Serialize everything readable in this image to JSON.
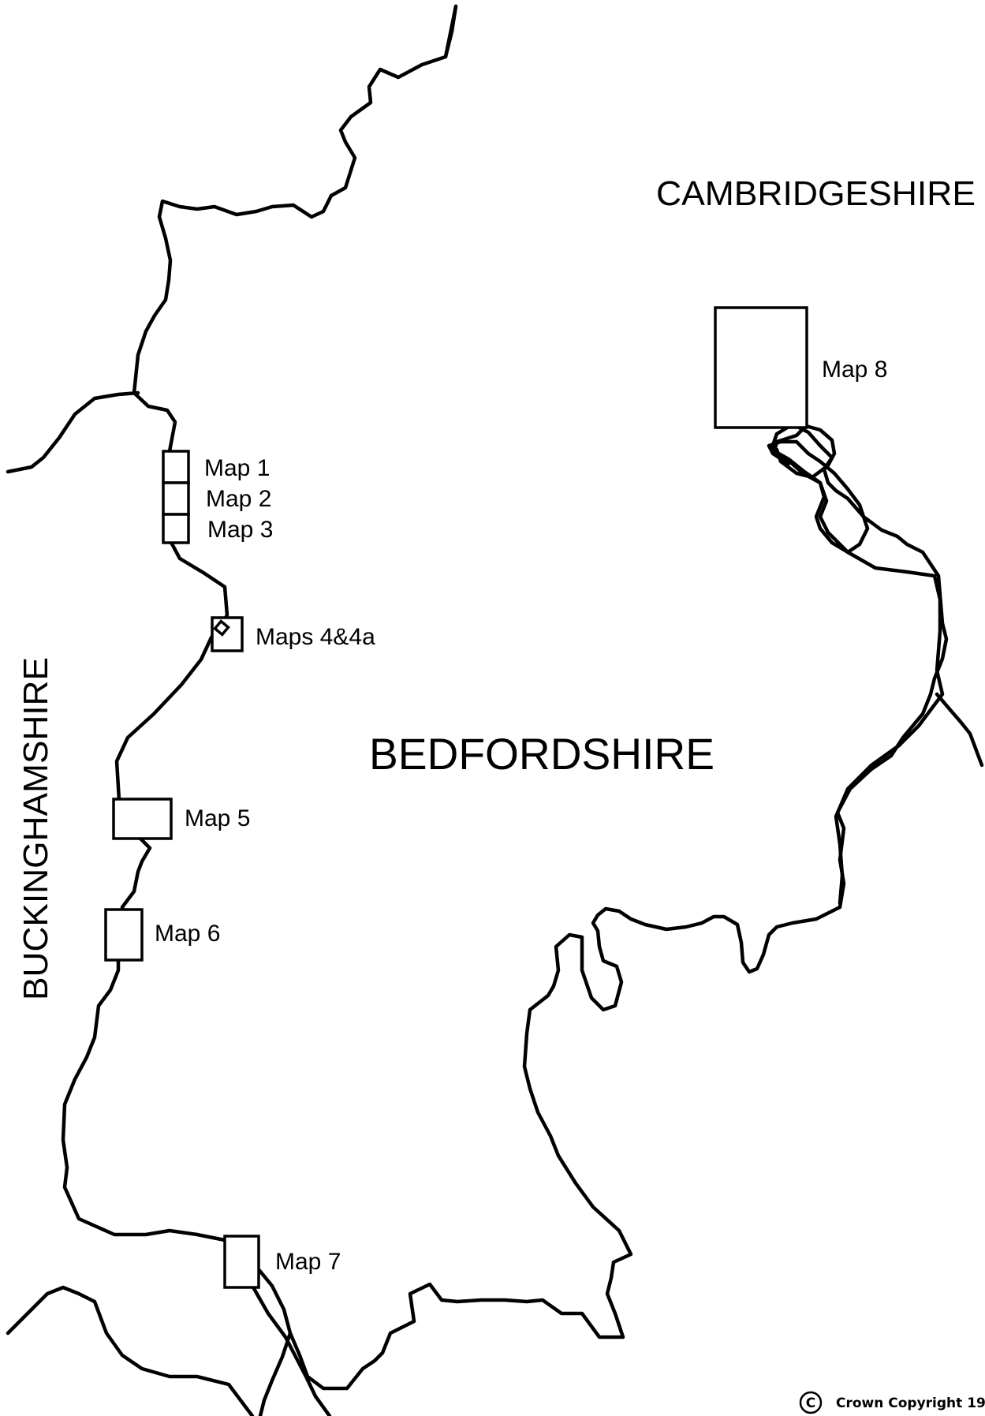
{
  "counties": {
    "cambridgeshire": "CAMBRIDGESHIRE",
    "bedfordshire": "BEDFORDSHIRE",
    "buckinghamshire": "BUCKINGHAMSHIRE"
  },
  "map_labels": {
    "map1": "Map 1",
    "map2": "Map 2",
    "map3": "Map 3",
    "map4": "Maps 4&4a",
    "map5": "Map 5",
    "map6": "Map 6",
    "map7": "Map 7",
    "map8": "Map 8"
  },
  "copyright": {
    "symbol": "C",
    "text": "Crown Copyright 19"
  }
}
